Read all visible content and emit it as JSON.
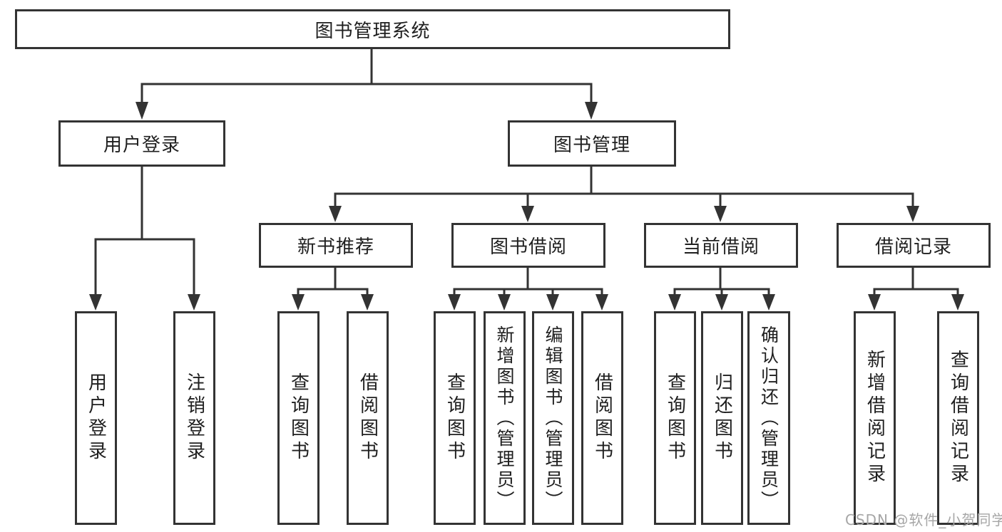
{
  "colors": {
    "line": "#333333",
    "text": "#1f1f1f",
    "background": "#ffffff",
    "watermark": "#a6a6a6"
  },
  "watermark": {
    "text": "CSDN @软件_小贺同学"
  },
  "nodes": {
    "root": "图书管理系统",
    "level2": {
      "login": "用户登录",
      "management": "图书管理"
    },
    "level3": [
      "新书推荐",
      "图书借阅",
      "当前借阅",
      "借阅记录"
    ],
    "leaves": {
      "login": [
        "用户登录",
        "注销登录"
      ],
      "recommend": [
        "查询图书",
        "借阅图书"
      ],
      "borrow": [
        "查询图书",
        "新增图书（管理员）",
        "编辑图书（管理员）",
        "借阅图书"
      ],
      "current": [
        "查询图书",
        "归还图书",
        "确认归还（管理员）"
      ],
      "records": [
        "新增借阅记录",
        "查询借阅记录"
      ]
    }
  }
}
